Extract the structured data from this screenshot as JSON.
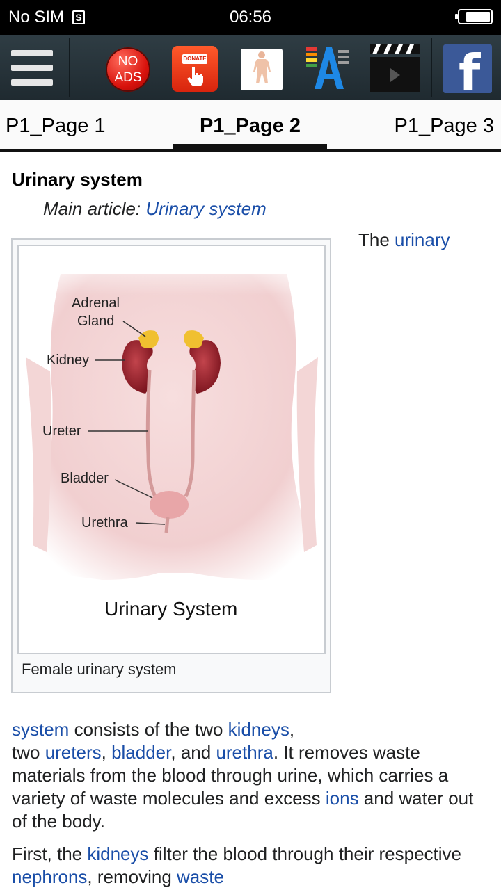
{
  "status_bar": {
    "carrier": "No SIM",
    "sim_icon_label": "S",
    "time": "06:56",
    "battery_level": 0.8
  },
  "toolbar": {
    "no_ads": {
      "line1": "NO",
      "line2": "ADS"
    },
    "donate_label": "DONATE"
  },
  "tabs": [
    {
      "label": "P1_Page 1",
      "selected": false
    },
    {
      "label": "P1_Page 2",
      "selected": true
    },
    {
      "label": "P1_Page 3",
      "selected": false
    }
  ],
  "article": {
    "section_title": "Urinary system",
    "hatnote": {
      "prefix": "Main article: ",
      "link": "Urinary system"
    },
    "figure": {
      "labels": {
        "adrenal_line1": "Adrenal",
        "adrenal_line2": "Gland",
        "kidney": "Kidney",
        "ureter": "Ureter",
        "bladder": "Bladder",
        "urethra": "Urethra",
        "title": "Urinary System"
      },
      "caption": "Female urinary system"
    },
    "float_text": {
      "text": "The ",
      "link": "urinary"
    },
    "paragraph1": {
      "link_system": "system",
      "t1": " consists of the two ",
      "link_kidneys": "kidneys",
      "t2": ",",
      "t3": "two ",
      "link_ureters": "ureters",
      "t4": ", ",
      "link_bladder": "bladder",
      "t5": ", and ",
      "link_urethra": "urethra",
      "t6": ". It removes waste materials from the blood through urine, which carries a variety of waste molecules and excess ",
      "link_ions": "ions",
      "t7": " and water out of the body."
    },
    "paragraph2": {
      "t1": "First, the ",
      "link_kidneys": "kidneys",
      "t2": " filter the blood through their respective ",
      "link_nephrons": "nephrons",
      "t3": ", removing ",
      "link_waste": "waste"
    }
  },
  "colors": {
    "link": "#1a4ea8",
    "toolbar": "#2a363c",
    "facebook": "#3b5998",
    "no_ads": "#d8120c"
  }
}
